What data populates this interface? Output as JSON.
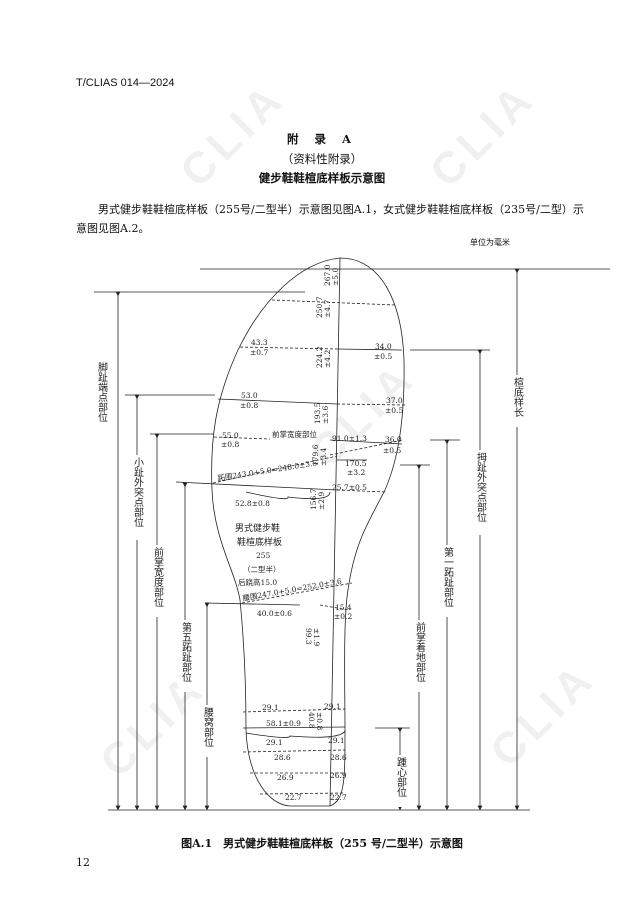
{
  "header": {
    "doc_id": "T/CLIAS 014—2024"
  },
  "annex": {
    "label": "附 录 A",
    "type": "（资料性附录）",
    "title": "健步鞋鞋楦底样板示意图"
  },
  "paragraph": "男式健步鞋鞋楦底样板（255号/二型半）示意图见图A.1，女式健步鞋鞋楦底样板（235号/二型）示意图见图A.2。",
  "figure": {
    "unit": "单位为毫米",
    "caption": "图A.1　男式健步鞋鞋楦底样板（255 号/二型半）示意图",
    "watermark": "CLIA",
    "left_labels": [
      "脚趾端点部位",
      "小趾外突点部位",
      "前掌宽度部位",
      "第五跖趾部位",
      "腰窝部位"
    ],
    "right_labels": [
      "楦底样长",
      "拇趾外突点部位",
      "第一跖趾部位",
      "前掌着地部位",
      "踵心部位"
    ],
    "inner": {
      "name1": "男式健步鞋",
      "name2": "鞋楦底样板",
      "size": "255",
      "type": "（二型半）",
      "heel_height": "后跷高15.0",
      "toe_girth": "跖围243.0+5.0=248.0±3.5",
      "waist_girth": "腰围247.0+5.0=252.0±3.6",
      "forefoot": "前掌宽度部位"
    },
    "dims": {
      "d267": "267.0",
      "d267t": "±5.0",
      "d250": "250.7",
      "d250t": "±4.7",
      "d224": "224.2",
      "d224t": "±4.2",
      "d193": "193.5",
      "d193t": "±3.6",
      "d179": "179.6",
      "d179t": "±3.4",
      "d156": "156.7",
      "d156t": "±2.9",
      "d99": "99.3",
      "d99t": "±1.9",
      "d40": "40.8",
      "d40t": "±0.8",
      "w433": "43.3",
      "w433t": "±0.7",
      "w340": "34.0",
      "w340t": "±0.5",
      "w530": "53.0",
      "w530t": "±0.8",
      "w370": "37.0",
      "w370t": "±0.5",
      "w550": "55.0",
      "w550t": "±0.8",
      "w910": "91.0±1.3",
      "w360": "36.0",
      "w360t": "±0.5",
      "w1705": "170.5",
      "w1705t": "±3.2",
      "w257": "25.7±0.5",
      "w528": "52.8±0.8",
      "w154": "15.4",
      "w154t": "±0.2",
      "w400": "40.0±0.6",
      "h291a": "29.1",
      "h291b": "29.1",
      "h581": "58.1±0.9",
      "h291c": "29.1",
      "h291d": "29.1",
      "h286a": "28.6",
      "h286b": "28.6",
      "h269a": "26.9",
      "h269b": "26.9",
      "h227a": "22.7",
      "h227b": "22.7"
    }
  },
  "footer": {
    "page_number": "12"
  }
}
